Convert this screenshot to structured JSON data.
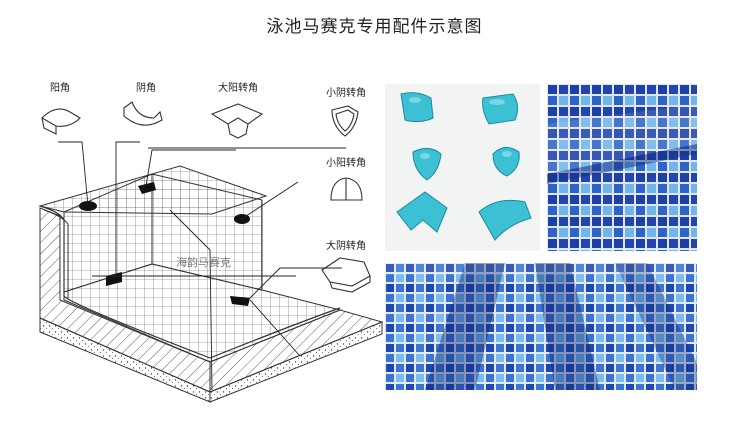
{
  "title": "泳池马赛克专用配件示意图",
  "labels": {
    "yang_jiao": "阳角",
    "yin_jiao": "阴角",
    "da_yang_zhuan_jiao": "大阳转角",
    "xiao_yin_zhuan_jiao": "小阴转角",
    "xiao_yang_zhuan_jiao": "小阳转角",
    "da_yin_zhuan_jiao": "大阴转角"
  },
  "watermark": "海韵马赛克",
  "colors": {
    "turquoise": "#3bc1d3",
    "blue_dark": "#1c3fa8",
    "blue_mid": "#2f63c9",
    "blue_light": "#6fb6ea"
  }
}
